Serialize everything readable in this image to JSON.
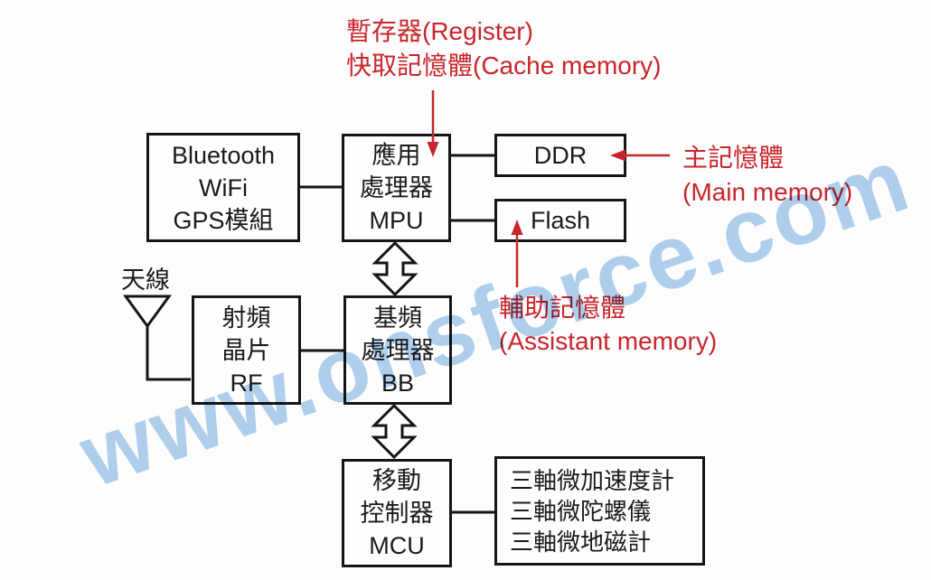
{
  "diagram": {
    "watermark": {
      "text": "www.onsforce.com"
    },
    "blocks": {
      "bluetooth": {
        "lines": [
          "Bluetooth",
          "WiFi",
          "GPS模組"
        ]
      },
      "mpu": {
        "lines": [
          "應用",
          "處理器",
          "MPU"
        ]
      },
      "ddr": {
        "label": "DDR"
      },
      "flash": {
        "label": "Flash"
      },
      "rf": {
        "lines": [
          "射頻",
          "晶片",
          "RF"
        ]
      },
      "bb": {
        "lines": [
          "基頻",
          "處理器",
          "BB"
        ]
      },
      "mcu": {
        "lines": [
          "移動",
          "控制器",
          "MCU"
        ]
      },
      "sensors": {
        "lines": [
          "三軸微加速度計",
          "三軸微陀螺儀",
          "三軸微地磁計"
        ]
      }
    },
    "annotations": {
      "register": {
        "line1": "暫存器(Register)",
        "line2": "快取記憶體(Cache memory)"
      },
      "main_memory": {
        "line1": "主記憶體",
        "line2": "(Main memory)"
      },
      "assistant_memory": {
        "line1": "輔助記憶體",
        "line2": "(Assistant memory)"
      },
      "antenna_label": "天線"
    },
    "colors": {
      "annotation_red": "#c9252b",
      "watermark_blue": "#b0d0ee",
      "block_border": "#151515",
      "background": "#fdfdfd"
    }
  }
}
